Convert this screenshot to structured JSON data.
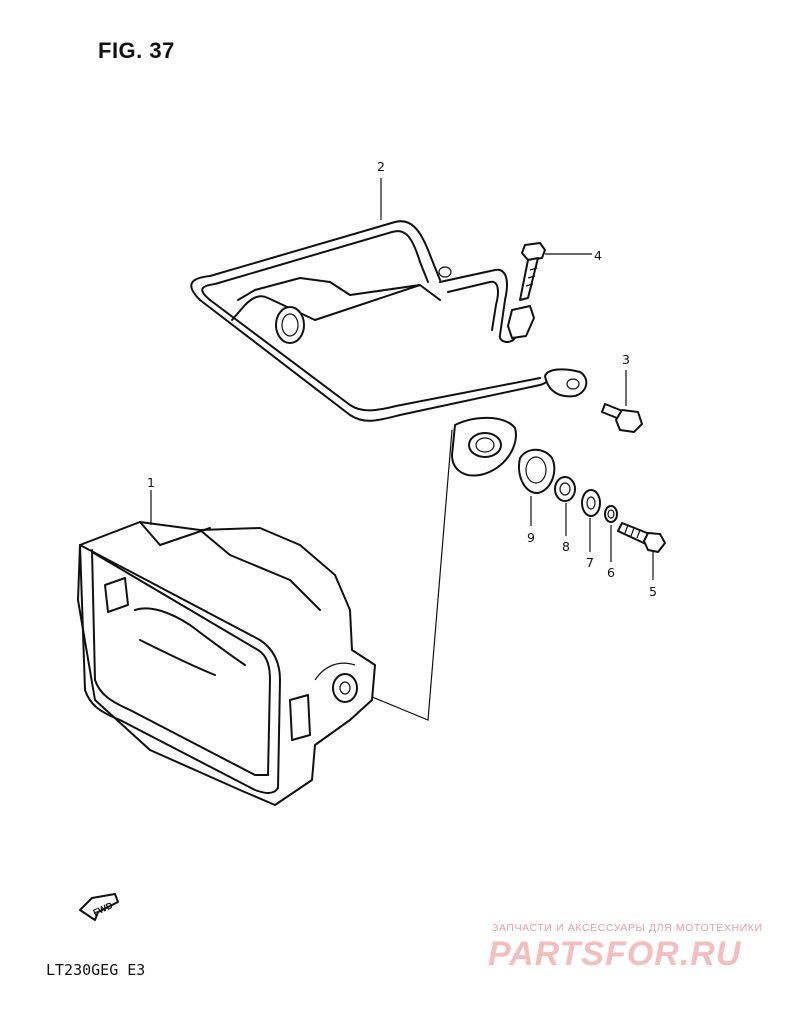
{
  "figure": {
    "title": "FIG. 37",
    "model_code": "LT230GEG  E3"
  },
  "fwd_label": "FWD",
  "parts": [
    {
      "number": "1",
      "name": "headlight housing"
    },
    {
      "number": "2",
      "name": "headlight guard bracket"
    },
    {
      "number": "3",
      "name": "bolt"
    },
    {
      "number": "4",
      "name": "bolt"
    },
    {
      "number": "5",
      "name": "bolt"
    },
    {
      "number": "6",
      "name": "washer"
    },
    {
      "number": "7",
      "name": "washer"
    },
    {
      "number": "8",
      "name": "spacer"
    },
    {
      "number": "9",
      "name": "grommet"
    }
  ],
  "watermark": {
    "tagline": "ЗАПЧАСТИ И АКСЕССУАРЫ ДЛЯ МОТОТЕХНИКИ",
    "logo": "PARTSFOR.RU"
  }
}
